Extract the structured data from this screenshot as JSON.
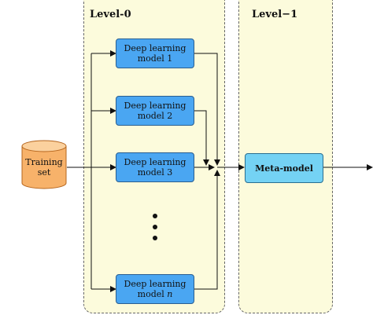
{
  "levels": {
    "level0_title": "Level-0",
    "level1_title": "Level−1"
  },
  "dataset": {
    "line1": "Training",
    "line2": "set"
  },
  "models": [
    {
      "line1": "Deep learning",
      "line2": "model 1"
    },
    {
      "line1": "Deep learning",
      "line2": "model 2"
    },
    {
      "line1": "Deep learning",
      "line2": "model 3"
    },
    {
      "line1": "Deep learning",
      "line2": "model ",
      "italic_suffix": "n"
    }
  ],
  "meta_model": {
    "label": "Meta-model"
  },
  "colors": {
    "panel_fill": "#fcfbdc",
    "model_fill": "#4aa6f2",
    "meta_fill": "#74d2f4",
    "dataset_fill": "#f7b26a"
  }
}
